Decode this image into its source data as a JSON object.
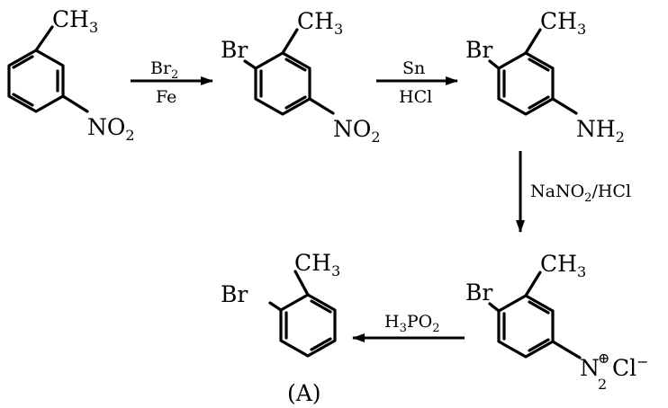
{
  "compounds": {
    "m_nitrotoluene": {
      "methyl": {
        "main": "CH",
        "sub": "3"
      },
      "nitro": {
        "main": "NO",
        "sub": "2"
      }
    },
    "bromo_nitrotoluene": {
      "bromo": "Br",
      "methyl": {
        "main": "CH",
        "sub": "3"
      },
      "nitro": {
        "main": "NO",
        "sub": "2"
      }
    },
    "bromo_toluidine": {
      "bromo": "Br",
      "methyl": {
        "main": "CH",
        "sub": "3"
      },
      "amino": {
        "main": "NH",
        "sub": "2"
      }
    },
    "diazonium_salt": {
      "bromo": "Br",
      "methyl": {
        "main": "CH",
        "sub": "3"
      },
      "diazo": {
        "main": "N",
        "sub": "2",
        "charge": "⊕"
      },
      "counter_ion": {
        "main": "Cl",
        "charge": "−"
      }
    },
    "product": {
      "bromo": "Br",
      "methyl": {
        "main": "CH",
        "sub": "3"
      },
      "label": "(A)"
    }
  },
  "reagents": {
    "step1": {
      "top_main": "Br",
      "top_sub": "2",
      "bottom": "Fe"
    },
    "step2": {
      "top": "Sn",
      "bottom": "HCl"
    },
    "step3": {
      "main1": "NaNO",
      "sub": "2",
      "main2": "/HCl"
    },
    "step4": {
      "p1": "H",
      "s1": "3",
      "p2": "PO",
      "s2": "2"
    }
  }
}
